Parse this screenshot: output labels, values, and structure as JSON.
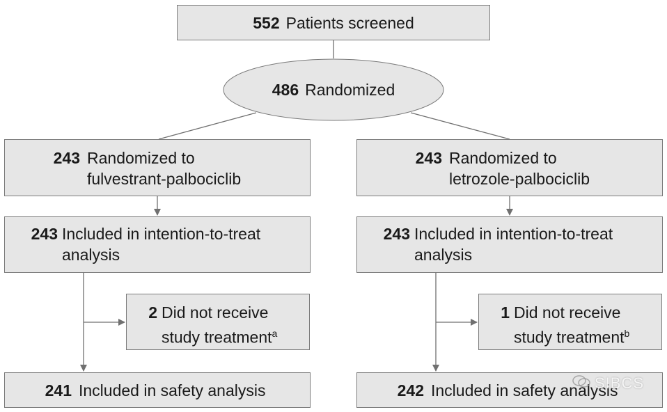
{
  "screened": {
    "number": "552",
    "text": "Patients screened"
  },
  "randomized": {
    "number": "486",
    "text": "Randomized"
  },
  "left_arm": {
    "randomized": {
      "number": "243",
      "line1": "Randomized to",
      "line2": "fulvestrant-palbociclib"
    },
    "itt": {
      "number": "243",
      "line1": "Included in intention-to-treat",
      "line2": "analysis"
    },
    "excluded": {
      "number": "2",
      "line1": "Did not receive",
      "line2": "study treatment",
      "note": "a"
    },
    "safety": {
      "number": "241",
      "text": "Included in safety analysis"
    }
  },
  "right_arm": {
    "randomized": {
      "number": "243",
      "line1": "Randomized to",
      "line2": "letrozole-palbociclib"
    },
    "itt": {
      "number": "243",
      "line1": "Included in intention-to-treat",
      "line2": "analysis"
    },
    "excluded": {
      "number": "1",
      "line1": "Did not receive",
      "line2": "study treatment",
      "note": "b"
    },
    "safety": {
      "number": "242",
      "text": "Included in safety analysis"
    }
  },
  "watermark": {
    "text": "SIBCS",
    "icon": "wechat-icon"
  },
  "colors": {
    "box_fill": "#e6e6e6",
    "box_border": "#7a7a7a",
    "line": "#707070"
  }
}
